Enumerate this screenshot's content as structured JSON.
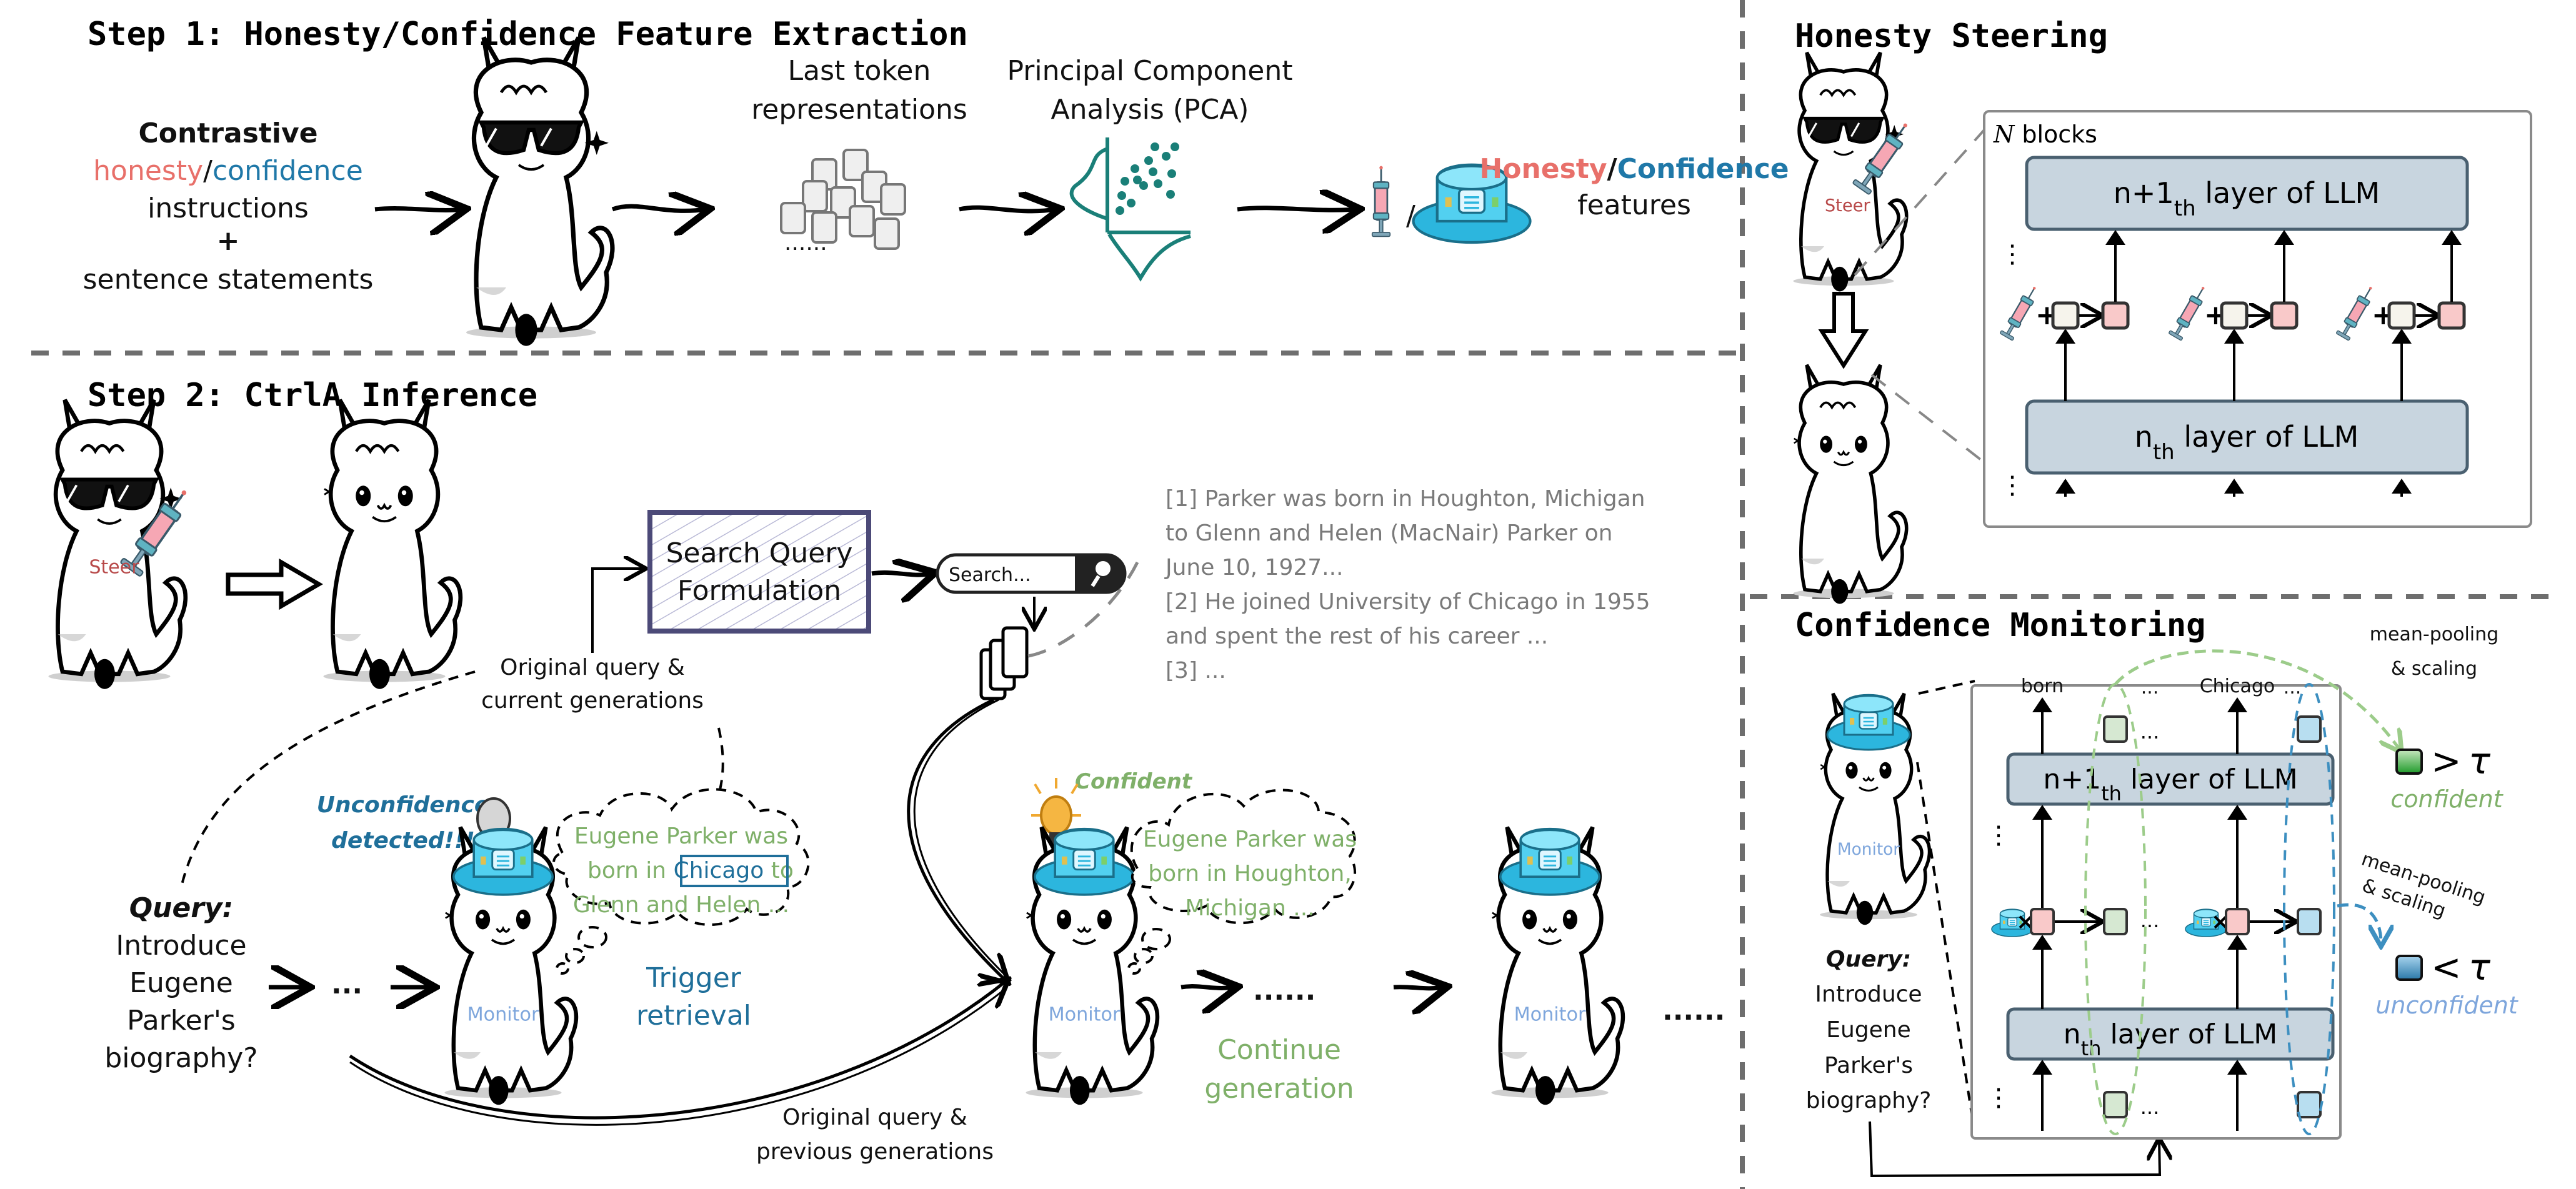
{
  "step1": {
    "title": "Step 1: Honesty/Confidence Feature Extraction",
    "input": {
      "line1": "Contrastive",
      "honesty_word": "honesty",
      "slash": "/",
      "confidence_word": "confidence",
      "line3": "instructions",
      "plus": "+",
      "line5": "sentence statements"
    },
    "last_token_label": [
      "Last token",
      "representations"
    ],
    "tokens_ellipsis": "......",
    "pca_label": [
      "Principal Component",
      "Analysis (PCA)"
    ],
    "output": {
      "honesty_word": "Honesty",
      "slash": "/",
      "confidence_word": "Confidence",
      "line2": "features"
    },
    "feature_slash": "/"
  },
  "step2": {
    "title": "Step 2: CtrlA Inference",
    "steer_label": "Steer",
    "search_query_box": [
      "Search Query",
      "Formulation"
    ],
    "search_bar_placeholder": "Search...",
    "retrieved_docs": [
      "[1] Parker was born in Houghton, Michigan",
      "to Glenn and Helen (MacNair) Parker on",
      "June 10, 1927...",
      "[2] He joined University of Chicago in 1955",
      "and spent the rest of his career ...",
      "[3] ..."
    ],
    "orig_query_current": [
      "Original query &",
      "current generations"
    ],
    "orig_query_previous": [
      "Original query &",
      "previous generations"
    ],
    "query_label": "Query",
    "query_colon": ":",
    "query_text": [
      "Introduce",
      "Eugene",
      "Parker's",
      "biography?"
    ],
    "ellipsis_short": "...",
    "ellipsis_long": "......",
    "unconfidence": [
      "Unconfidence",
      "detected!!!"
    ],
    "thought1": {
      "line1": "Eugene Parker was",
      "line2_prefix": "born in ",
      "highlight": "Chicago",
      "line2_suffix": " to",
      "line3": "Glenn and Helen ..."
    },
    "trigger_retrieval": [
      "Trigger",
      "retrieval"
    ],
    "confident_label": "Confident",
    "thought2": [
      "Eugene Parker was",
      "born in Houghton,",
      "Michigan ..."
    ],
    "continue_generation": [
      "Continue",
      "generation"
    ],
    "monitor_label": "Monitor"
  },
  "honesty_steering": {
    "title": "Honesty Steering",
    "steer_label": "Steer",
    "n_blocks": "N",
    "n_blocks_suffix": " blocks",
    "upper_layer": {
      "prefix": "n+1",
      "sub": "th",
      "suffix": " layer of LLM"
    },
    "lower_layer": {
      "prefix": "n",
      "sub": "th",
      "suffix": " layer of LLM"
    },
    "plus": "+",
    "vdots": "⋮"
  },
  "confidence_monitoring": {
    "title": "Confidence Monitoring",
    "monitor_label": "Monitor",
    "token_labels": [
      "born",
      "...",
      "Chicago",
      "..."
    ],
    "ellipsis": "...",
    "times": "×",
    "upper_layer": {
      "prefix": "n+1",
      "sub": "th",
      "suffix": " layer of LLM"
    },
    "lower_layer": {
      "prefix": "n",
      "sub": "th",
      "suffix": " layer of LLM"
    },
    "pool_top": [
      "mean-pooling",
      "& scaling"
    ],
    "pool_mid": [
      "mean-pooling",
      "& scaling"
    ],
    "greater": ">",
    "less": "<",
    "tau": "τ",
    "confident": "confident",
    "unconfident": "unconfident",
    "query_label": "Query",
    "query_colon": ":",
    "query_text": [
      "Introduce",
      "Eugene",
      "Parker's",
      "biography?"
    ]
  },
  "colors": {
    "honesty": "#e8706a",
    "confidence": "#1f78a8",
    "green_text": "#7fb069",
    "monitor_text": "#7ea6dc",
    "layer_fill": "#c8d5df",
    "pca_teal": "#1a7f78",
    "hat_cyan": "#35c6e8",
    "token_pink": "#f9c9c9",
    "token_cream": "#f6f4ec",
    "token_green": "#d6e8d2",
    "token_blue": "#b8def0",
    "confident_box": "#2ea83a",
    "unconfident_box": "#3d8fc0"
  }
}
